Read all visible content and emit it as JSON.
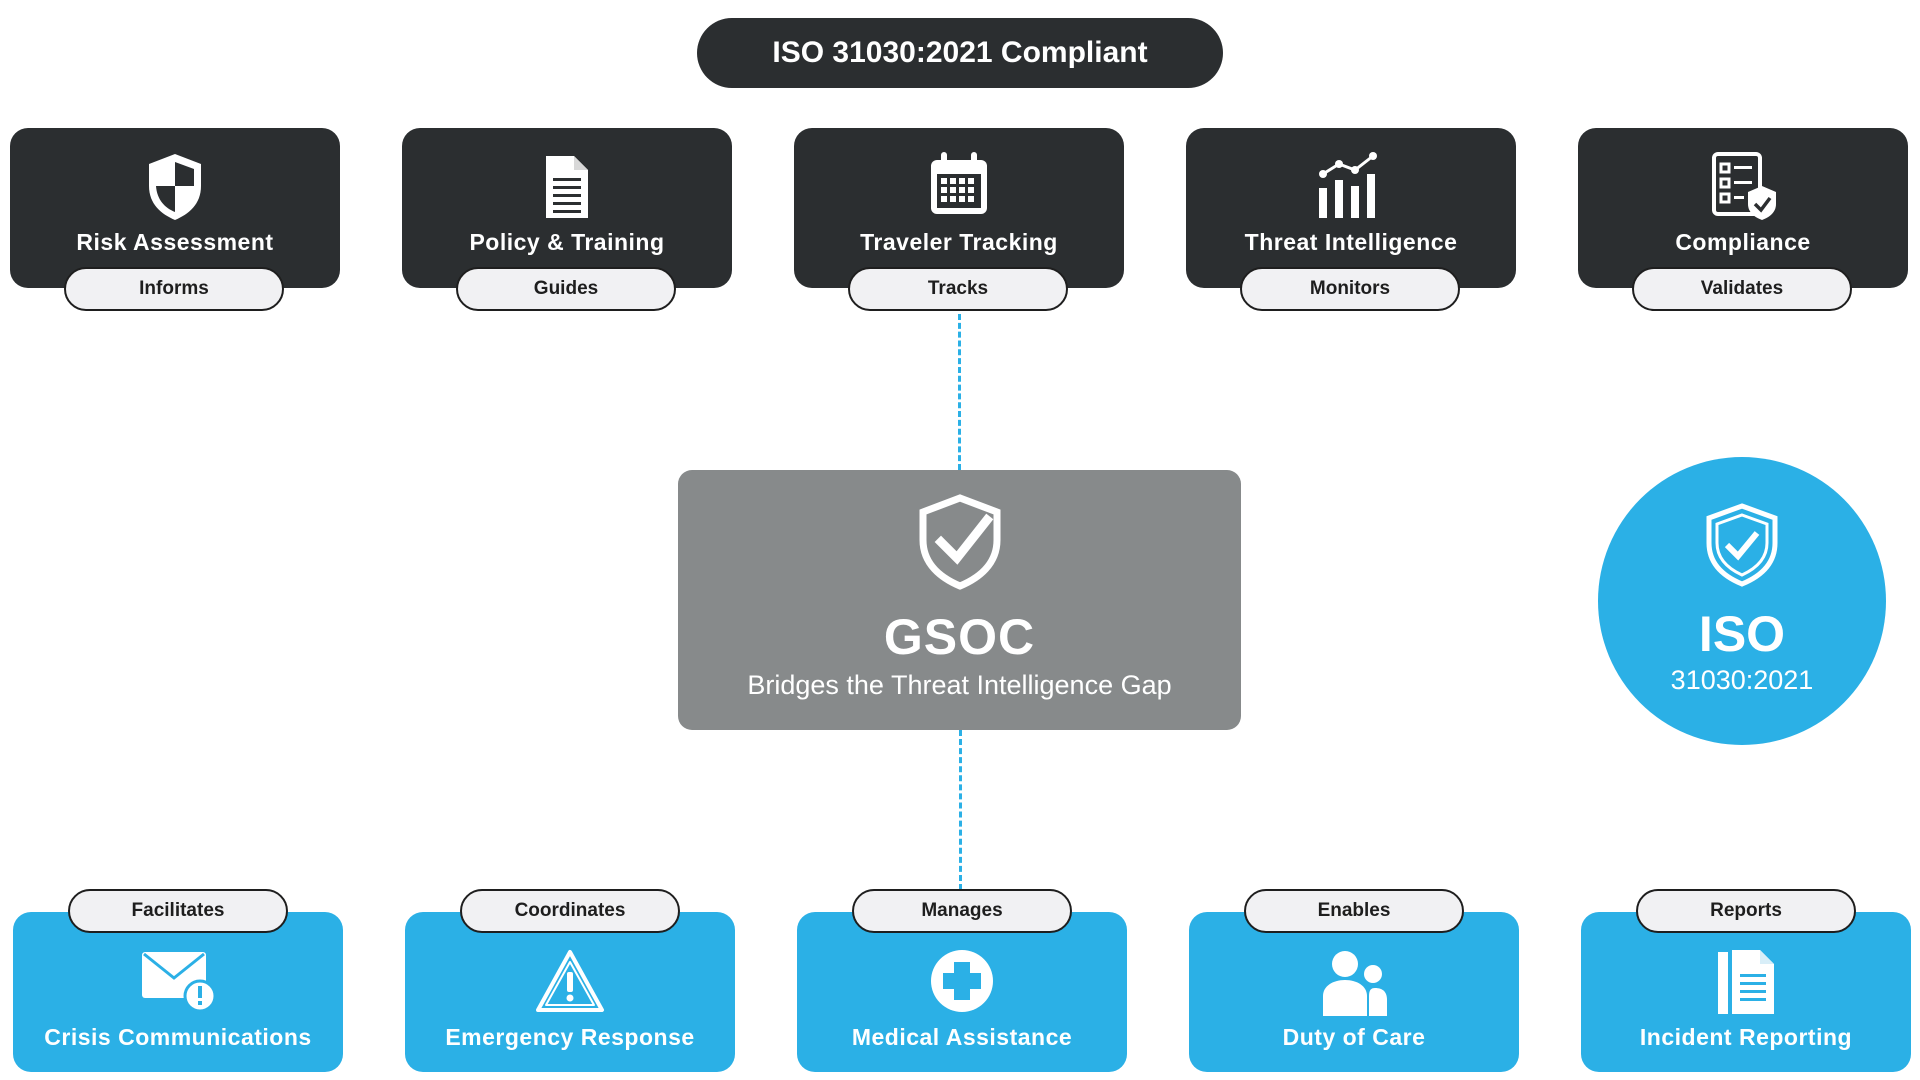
{
  "banner": {
    "title": "ISO 31030:2021 Compliant"
  },
  "top_cards": [
    {
      "title": "Risk Assessment",
      "pill": "Informs",
      "icon": "shield-icon"
    },
    {
      "title": "Policy & Training",
      "pill": "Guides",
      "icon": "document-icon"
    },
    {
      "title": "Traveler Tracking",
      "pill": "Tracks",
      "icon": "calendar-icon"
    },
    {
      "title": "Threat Intelligence",
      "pill": "Monitors",
      "icon": "bar-chart-icon"
    },
    {
      "title": "Compliance",
      "pill": "Validates",
      "icon": "checklist-icon"
    }
  ],
  "center": {
    "title": "GSOC",
    "subtitle": "Bridges the Threat Intelligence Gap",
    "icon": "shield-check-icon"
  },
  "iso_badge": {
    "title": "ISO",
    "subtitle": "31030:2021",
    "icon": "shield-check-icon"
  },
  "bottom_cards": [
    {
      "title": "Crisis Communications",
      "pill": "Facilitates",
      "icon": "envelope-alert-icon"
    },
    {
      "title": "Emergency Response",
      "pill": "Coordinates",
      "icon": "warning-icon"
    },
    {
      "title": "Medical Assistance",
      "pill": "Manages",
      "icon": "medical-cross-icon"
    },
    {
      "title": "Duty of Care",
      "pill": "Enables",
      "icon": "people-icon"
    },
    {
      "title": "Incident Reporting",
      "pill": "Reports",
      "icon": "report-icon"
    }
  ],
  "colors": {
    "dark": "#2b2e30",
    "blue": "#2bb0e6",
    "gray": "#878a8b",
    "pill": "#f1f1f3"
  }
}
